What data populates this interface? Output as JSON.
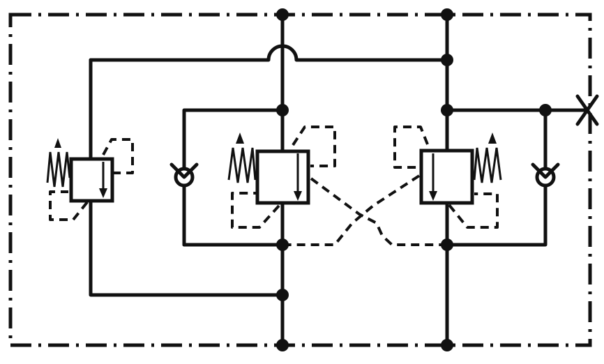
{
  "diagram": {
    "kind": "hydraulic-schematic",
    "components": [
      {
        "type": "pressure-relief-valve",
        "icon": "relief-valve-icon",
        "position": "left"
      },
      {
        "type": "check-valve",
        "icon": "check-valve-icon",
        "position": "left"
      },
      {
        "type": "pressure-relief-valve",
        "icon": "relief-valve-icon",
        "position": "center-left"
      },
      {
        "type": "pressure-relief-valve",
        "icon": "relief-valve-icon",
        "position": "center-right"
      },
      {
        "type": "check-valve",
        "icon": "check-valve-icon",
        "position": "right"
      },
      {
        "type": "plugged-port",
        "icon": "plug-x-icon",
        "position": "right-edge"
      }
    ],
    "colors": {
      "ink": "#111111",
      "background": "#ffffff"
    }
  }
}
